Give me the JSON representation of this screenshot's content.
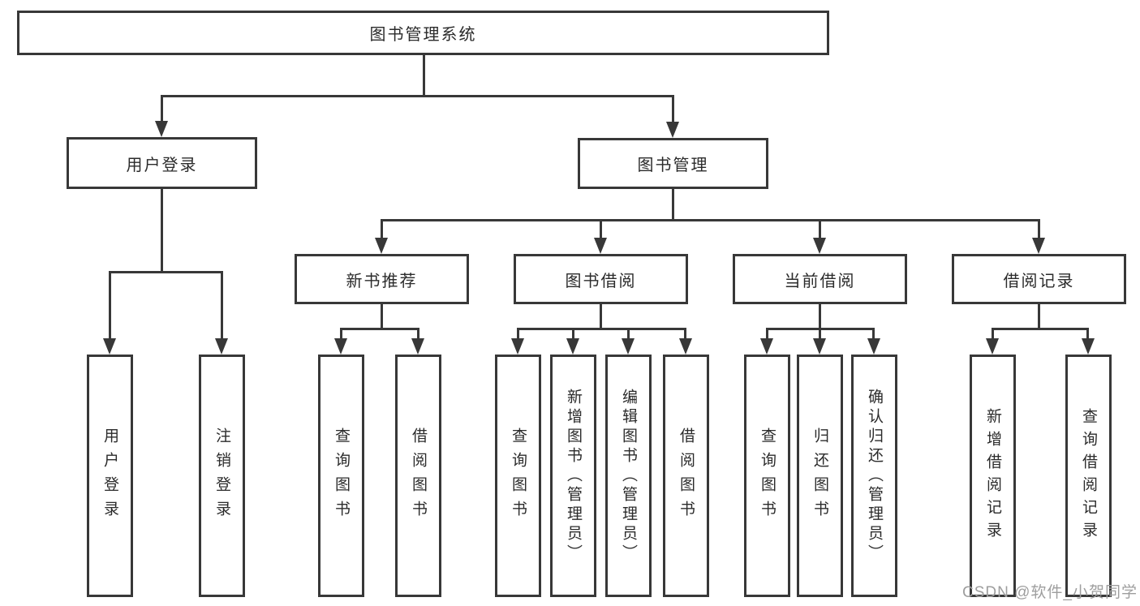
{
  "diagram_type": "hierarchy-tree",
  "nodes": {
    "root": "图书管理系统",
    "user_login": "用户登录",
    "book_mgmt": "图书管理",
    "new_book_rec": "新书推荐",
    "book_borrow": "图书借阅",
    "current_borrow": "当前借阅",
    "borrow_record": "借阅记录",
    "leaf_user_login": "用户登录",
    "leaf_logout": "注销登录",
    "leaf_nb_query": "查询图书",
    "leaf_nb_borrow": "借阅图书",
    "leaf_bb_query": "查询图书",
    "leaf_bb_add": "新增图书（管理员）",
    "leaf_bb_edit": "编辑图书（管理员）",
    "leaf_bb_borrow": "借阅图书",
    "leaf_cb_query": "查询图书",
    "leaf_cb_return": "归还图书",
    "leaf_cb_confirm": "确认归还（管理员）",
    "leaf_br_add": "新增借阅记录",
    "leaf_br_query": "查询借阅记录"
  },
  "watermark": "CSDN @软件_小贺同学",
  "colors": {
    "line": "#383838",
    "text": "#2b2b2b",
    "watermark": "#9e9e9e",
    "box_bg": "#ffffff"
  }
}
